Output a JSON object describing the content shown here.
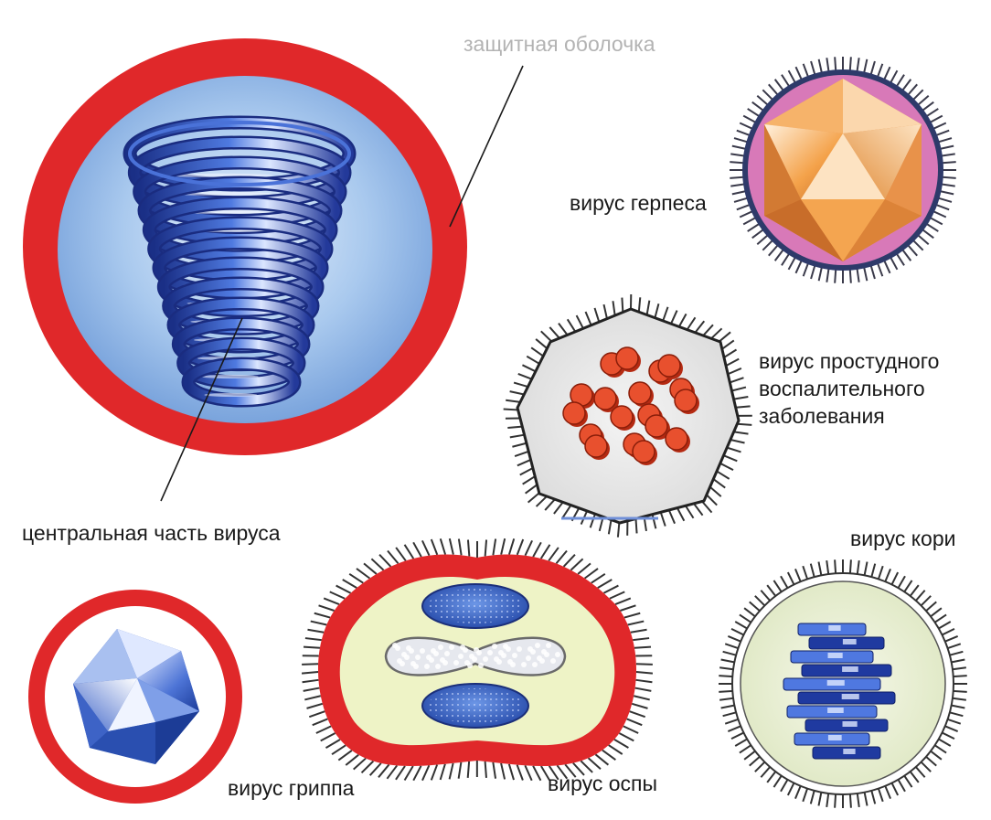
{
  "labels": {
    "protective_shell": "защитная оболочка",
    "central_part": "центральная часть вируса",
    "herpes": "вирус герпеса",
    "cold_line1": "вирус простудного",
    "cold_line2": "воспалительного",
    "cold_line3": "заболевания",
    "measles": "вирус кори",
    "flu": "вирус гриппа",
    "smallpox": "вирус оспы"
  },
  "colors": {
    "shell_red": "#e0282a",
    "inner_blue": "#8fb8e4",
    "helix_blue": "#2c4fb8",
    "herpes_pink": "#d879b8",
    "herpes_orange": "#f2a14a",
    "spike_dark": "#3a3a4a",
    "cold_gray": "#e9e9ea",
    "cold_red": "#e04a2a",
    "pox_yellow": "#eef3c6",
    "measles_green": "#eef3d8"
  }
}
